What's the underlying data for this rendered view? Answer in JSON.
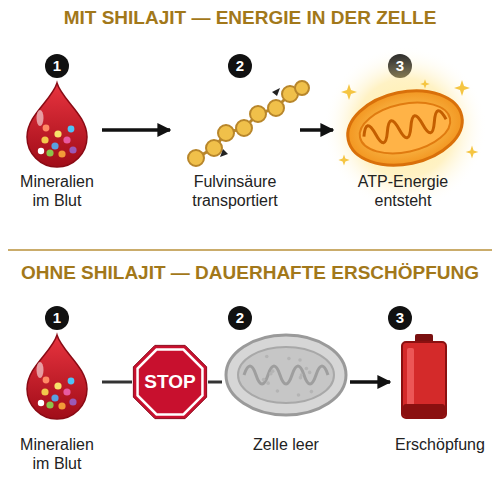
{
  "diagram": {
    "title": "MIT SHILAJIT — ENERGIE IN DER ZELLE",
    "nodes": [
      {
        "text": [
          "Mineralien im Blut"
        ]
      },
      {
        "text": [
          "Fulvinsäure transportiert"
        ]
      },
      {
        "text": [
          "ATP-Energie entsteht"
        ]
      },
      {
        "text": [
          "Mineralien im Blut"
        ]
      },
      {
        "text": [
          "STOP"
        ]
      },
      {
        "text": [
          "Zelle leer"
        ]
      },
      {
        "text": [
          "Erschöpfung"
        ]
      }
    ],
    "edges": [
      {
        "from": 0,
        "to": 1,
        "arrow": "to"
      },
      {
        "from": 1,
        "to": 2,
        "arrow": "to"
      },
      {
        "from": 3,
        "to": 4,
        "arrow": "none"
      },
      {
        "from": 4,
        "to": 5,
        "arrow": "none"
      },
      {
        "from": 5,
        "to": 6,
        "arrow": "to"
      }
    ],
    "labels": [
      "1",
      "2",
      "3",
      "OHNE SHILAJIT — DAUERHAFTE ERSCHÖPFUNG",
      "1",
      "2",
      "3"
    ]
  }
}
